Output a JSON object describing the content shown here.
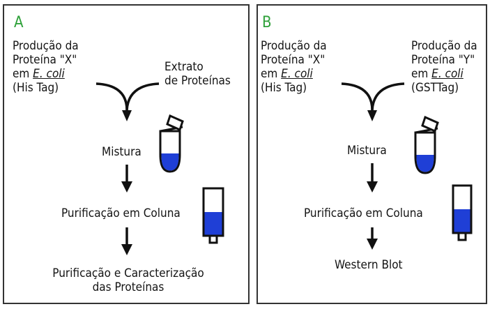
{
  "panel_a": {
    "letter": "A",
    "source_x": {
      "line1": "Produção da",
      "line2": "Proteína \"X\"",
      "line3_prefix": "em ",
      "line3_italic": "E. coli",
      "line4": "(His Tag)"
    },
    "extract": {
      "line1": "Extrato",
      "line2": "de Proteínas"
    },
    "mix": "Mistura",
    "column": "Purificação em Coluna",
    "result": {
      "line1": "Purificação e Caracterização",
      "line2": "das Proteínas"
    }
  },
  "panel_b": {
    "letter": "B",
    "source_x": {
      "line1": "Produção da",
      "line2": "Proteína \"X\"",
      "line3_prefix": "em ",
      "line3_italic": "E. coli",
      "line4": "(His Tag)"
    },
    "source_y": {
      "line1": "Produção da",
      "line2": "Proteína \"Y\"",
      "line3_prefix": "em ",
      "line3_italic": "E. coli",
      "line4": "(GSTTag)"
    },
    "mix": "Mistura",
    "column": "Purificação em Coluna",
    "result": "Western Blot"
  },
  "colors": {
    "letter": "#2fa13a",
    "liquid": "#1f3fd6",
    "border": "#333333"
  },
  "icons": [
    "merge-arrow-icon",
    "down-arrow-icon",
    "microtube-icon",
    "purification-column-icon"
  ]
}
